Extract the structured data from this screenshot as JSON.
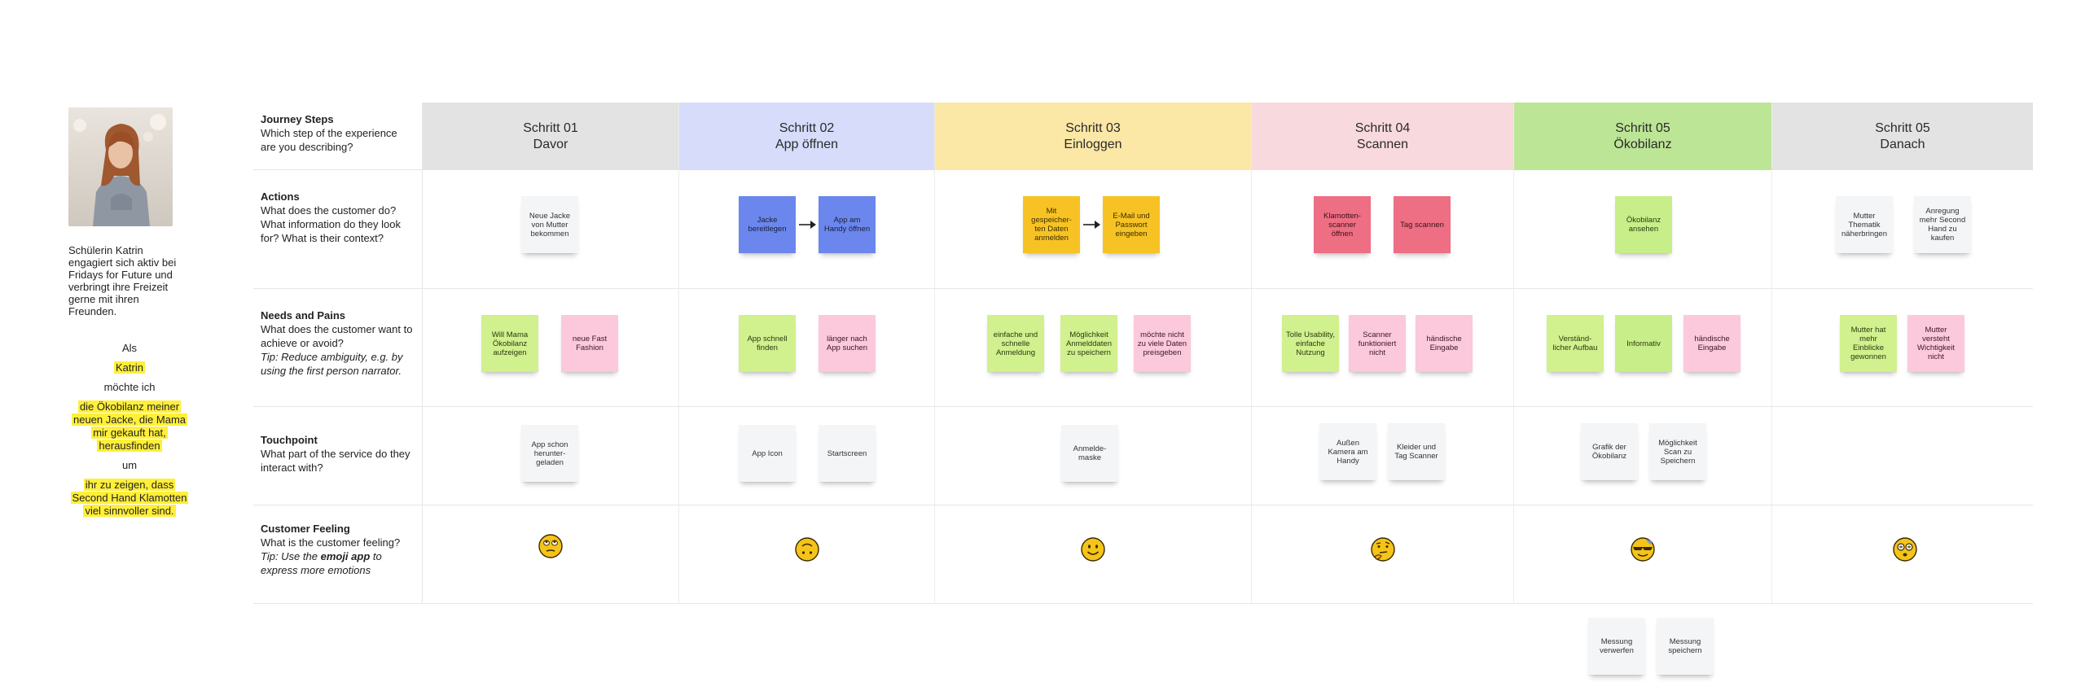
{
  "persona": {
    "description": "Schülerin Katrin engagiert sich aktiv bei Fridays for Future und verbringt ihre Freizeit gerne mit ihren Freunden.",
    "story": {
      "als": "Als",
      "name": "Katrin",
      "moechte": "möchte ich",
      "goal": "die Ökobilanz meiner neuen Jacke, die Mama mir gekauft hat, herausfinden",
      "um": "um",
      "reason": "ihr zu zeigen, dass Second Hand Klamotten viel sinnvoller sind."
    }
  },
  "rows": {
    "journey": {
      "title": "Journey Steps",
      "desc": "Which step of the experience are you describing?"
    },
    "actions": {
      "title": "Actions",
      "desc": "What does the customer do? What information do they look for? What is their context?"
    },
    "needs": {
      "title": "Needs and Pains",
      "desc": "What does the customer want to achieve or avoid?",
      "tip": "Tip: Reduce ambiguity, e.g. by using the first person narrator."
    },
    "touchpoint": {
      "title": "Touchpoint",
      "desc": "What part of the service do they interact with?"
    },
    "feeling": {
      "title": "Customer Feeling",
      "desc": "What is the customer feeling?",
      "tip_prefix": "Tip: Use the ",
      "tip_bold": "emoji app",
      "tip_suffix": " to express more emotions"
    }
  },
  "steps": [
    {
      "num": "Schritt 01",
      "name": "Davor",
      "color": "#e3e3e3"
    },
    {
      "num": "Schritt 02",
      "name": "App öffnen",
      "color": "#d6dcfa"
    },
    {
      "num": "Schritt 03",
      "name": "Einloggen",
      "color": "#fbe7a6"
    },
    {
      "num": "Schritt 04",
      "name": "Scannen",
      "color": "#f8d9de"
    },
    {
      "num": "Schritt 05",
      "name": "Ökobilanz",
      "color": "#bce596"
    },
    {
      "num": "Schritt 05",
      "name": "Danach",
      "color": "#e3e3e3"
    }
  ],
  "actions": [
    [
      "Neue Jacke von Mutter bekommen"
    ],
    [
      "Jacke bereitlegen",
      "App am Handy öffnen"
    ],
    [
      "Mit gespeicher-ten Daten anmelden",
      "E-Mail und Passwort eingeben"
    ],
    [
      "Klamotten-scanner öffnen",
      "Tag scannen"
    ],
    [
      "Ökobilanz ansehen"
    ],
    [
      "Mutter Thematik näherbringen",
      "Anregung mehr Second Hand zu kaufen"
    ]
  ],
  "needs": [
    [
      "Will Mama Ökobilanz aufzeigen",
      "neue Fast Fashion"
    ],
    [
      "App schnell finden",
      "länger nach App suchen"
    ],
    [
      "einfache und schnelle Anmeldung",
      "Möglichkeit Anmelddaten zu speichern",
      "möchte nicht zu viele Daten preisgeben"
    ],
    [
      "Tolle Usability, einfache Nutzung",
      "Scanner funktioniert nicht",
      "händische Eingabe"
    ],
    [
      "Verständ-licher Aufbau",
      "Informativ",
      "händische Eingabe"
    ],
    [
      "Mutter hat mehr Einblicke gewonnen",
      "Mutter versteht Wichtigkeit nicht"
    ]
  ],
  "touchpoints": [
    [
      "App schon herunter-geladen"
    ],
    [
      "App Icon",
      "Startscreen"
    ],
    [
      "Anmelde-maske"
    ],
    [
      "Außen Kamera am Handy",
      "Kleider und Tag Scanner"
    ],
    [
      "Grafik der Ökobilanz",
      "Möglichkeit Scan zu Speichern"
    ],
    []
  ],
  "extra_below": [
    "Messung verwerfen",
    "Messung speichern"
  ],
  "feelings": [
    "eye-roll",
    "upside-down",
    "smile",
    "thinking",
    "cool-party",
    "dizzy"
  ],
  "colors": {
    "sticky_white": "#f4f5f6",
    "sticky_blue": "#6b86ec",
    "sticky_yellow": "#f7c324",
    "sticky_red": "#ee6e84",
    "sticky_green": "#d1f08e",
    "sticky_pink": "#fbc9db",
    "highlight": "#ffef3a",
    "emoji": "#f5c418"
  }
}
